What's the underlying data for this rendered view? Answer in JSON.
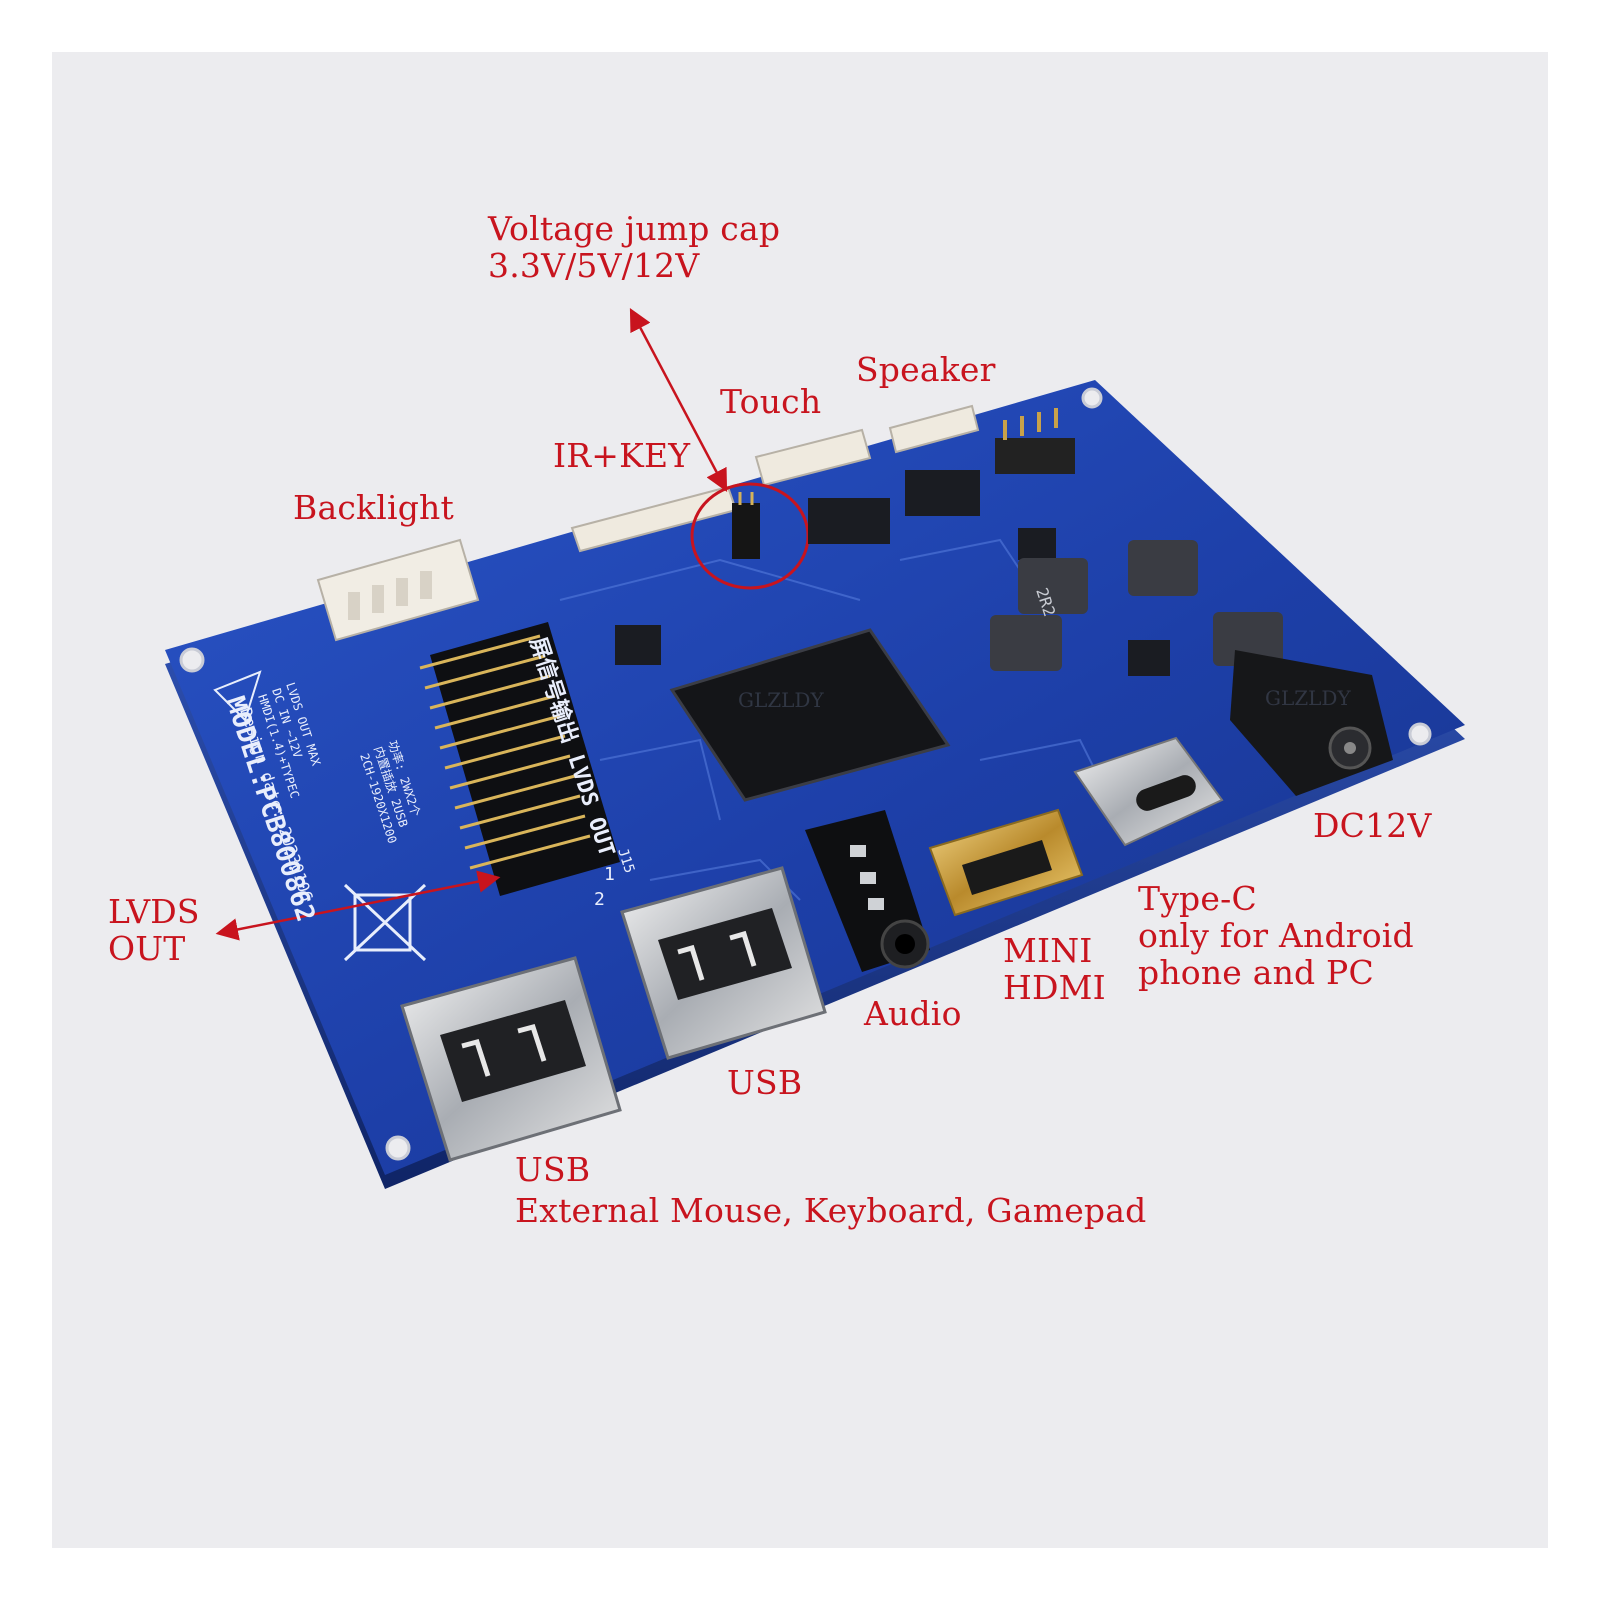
{
  "labels": {
    "voltage_jump_cap": "Voltage jump cap",
    "voltage_values": "3.3V/5V/12V",
    "speaker": "Speaker",
    "touch": "Touch",
    "ir_key": "IR+KEY",
    "backlight": "Backlight",
    "lvds_out_line1": "LVDS",
    "lvds_out_line2": "OUT",
    "dc12v": "DC12V",
    "type_c": "Type-C",
    "type_c_note_line1": "only for Android",
    "type_c_note_line2": "phone and PC",
    "mini_hdmi_line1": "MINI",
    "mini_hdmi_line2": "HDMI",
    "audio": "Audio",
    "usb_right": "USB",
    "usb_left": "USB",
    "usb_left_note": "External Mouse, Keyboard, Gamepad"
  },
  "board_print": {
    "model": "MODEL:PCB800862",
    "lvds_out_cn": "屏信号输出 LVDS OUT",
    "lvds_out_max": "LVDS OUT MAX",
    "resolution": "2CH-1920X1200",
    "dc_in": "DC IN ~12V",
    "audio_spec": "内置插放 2USB",
    "hdmi_spec": "HMDI(1.4)+TYPEC",
    "power_spec": "功率: 2WX2个",
    "design_date": "Design date: 20230106",
    "inductor_mark": "2R2",
    "connector_ref": "J15",
    "pin1": "1",
    "pin2": "2"
  },
  "watermarks": [
    "GLZLDY",
    "GLZLDY"
  ],
  "colors": {
    "label_red": "#c8141e",
    "pcb_blue": "#1d3fa8",
    "background": "#ffffff",
    "frame_gray": "#ececef"
  }
}
